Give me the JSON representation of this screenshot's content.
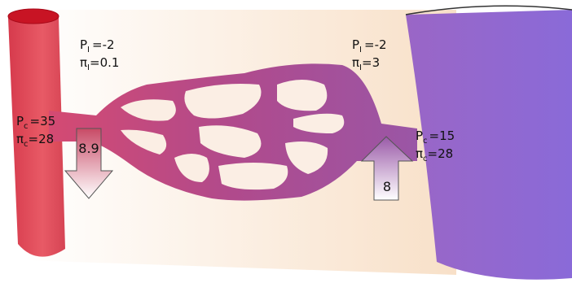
{
  "arterial_interstitial": {
    "pressure": {
      "symbol": "P",
      "sub": "I",
      "value": "-2"
    },
    "oncotic": {
      "symbol": "π",
      "sub": "I",
      "value": "0.1"
    }
  },
  "venous_interstitial": {
    "pressure": {
      "symbol": "P",
      "sub": "I",
      "value": "-2"
    },
    "oncotic": {
      "symbol": "π",
      "sub": "I",
      "value": "3"
    }
  },
  "arterial_capillary": {
    "pressure": {
      "symbol": "P",
      "sub": "c",
      "value": "35"
    },
    "oncotic": {
      "symbol": "π",
      "sub": "c",
      "value": "28"
    }
  },
  "venous_capillary": {
    "pressure": {
      "symbol": "P",
      "sub": "c",
      "value": "15"
    },
    "oncotic": {
      "symbol": "π",
      "sub": "c",
      "value": "28"
    }
  },
  "filtration_arrow": {
    "value": "8.9"
  },
  "reabsorption_arrow": {
    "value": "8"
  },
  "colors": {
    "artery": "#e0505e",
    "vein": "#8f6fd4",
    "capillary": "#b84a8c",
    "background_warm": "#fae6d6"
  }
}
